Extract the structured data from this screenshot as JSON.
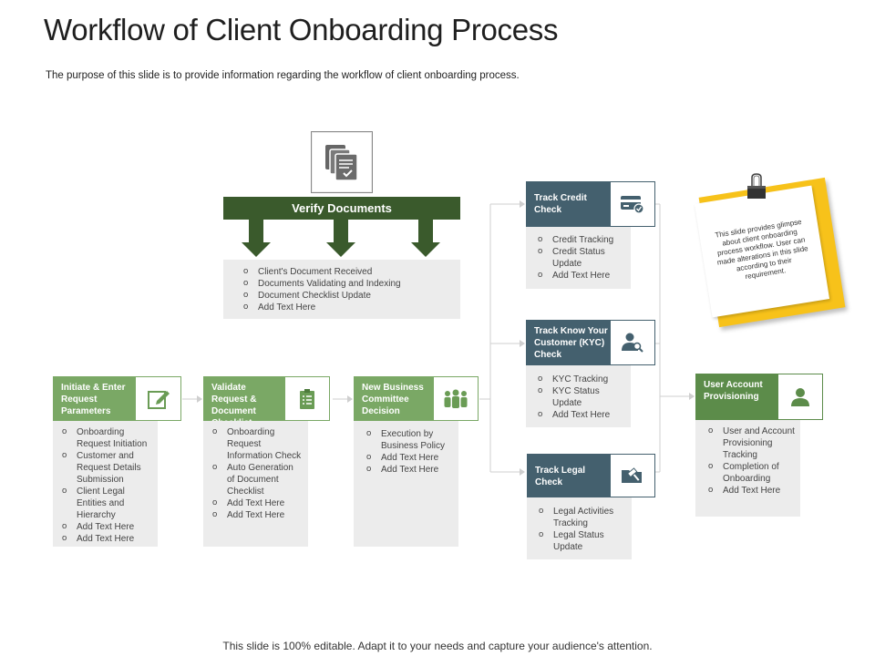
{
  "title": "Workflow of Client Onboarding Process",
  "subtitle": "The purpose of this slide is to provide information regarding the workflow of client onboarding process.",
  "footer": "This slide is 100% editable. Adapt it to your needs and capture your audience's attention.",
  "verify": {
    "label": "Verify Documents",
    "items": [
      "Client's Document Received",
      "Documents Validating and Indexing",
      "Document Checklist Update",
      "Add Text Here"
    ]
  },
  "steps": [
    {
      "label": "Initiate & Enter Request Parameters",
      "icon": "edit-icon",
      "items": [
        "Onboarding Request Initiation",
        "Customer and Request Details Submission",
        "Client Legal Entities and Hierarchy",
        "Add Text Here",
        "Add Text Here"
      ]
    },
    {
      "label": "Validate Request & Document Checklist",
      "icon": "clipboard-icon",
      "items": [
        "Onboarding Request Information Check",
        "Auto Generation of Document Checklist",
        "Add Text Here",
        "Add Text Here"
      ]
    },
    {
      "label": "New Business Committee Decision",
      "icon": "team-icon",
      "items": [
        "Execution by Business Policy",
        "Add Text Here",
        "Add Text Here"
      ]
    }
  ],
  "checks": [
    {
      "label": "Track Credit Check",
      "icon": "credit-card-icon",
      "items": [
        "Credit Tracking",
        "Credit Status Update",
        "Add Text Here"
      ]
    },
    {
      "label": "Track Know Your Customer (KYC) Check",
      "icon": "user-search-icon",
      "items": [
        "KYC Tracking",
        "KYC Status Update",
        "Add Text Here"
      ]
    },
    {
      "label": "Track Legal Check",
      "icon": "legal-folder-icon",
      "items": [
        "Legal Activities Tracking",
        "Legal Status Update"
      ]
    }
  ],
  "final": {
    "label": "User Account Provisioning",
    "icon": "user-icon",
    "items": [
      "User and Account Provisioning Tracking",
      "Completion of Onboarding",
      "Add Text Here"
    ]
  },
  "note": "This slide provides glimpse about client onboarding process workflow. User can made alterations in this slide according to their requirement.",
  "colors": {
    "green": "#7aa865",
    "slate": "#44606e",
    "dark_green": "#3a5a2c",
    "note_yellow": "#f7c21a"
  }
}
